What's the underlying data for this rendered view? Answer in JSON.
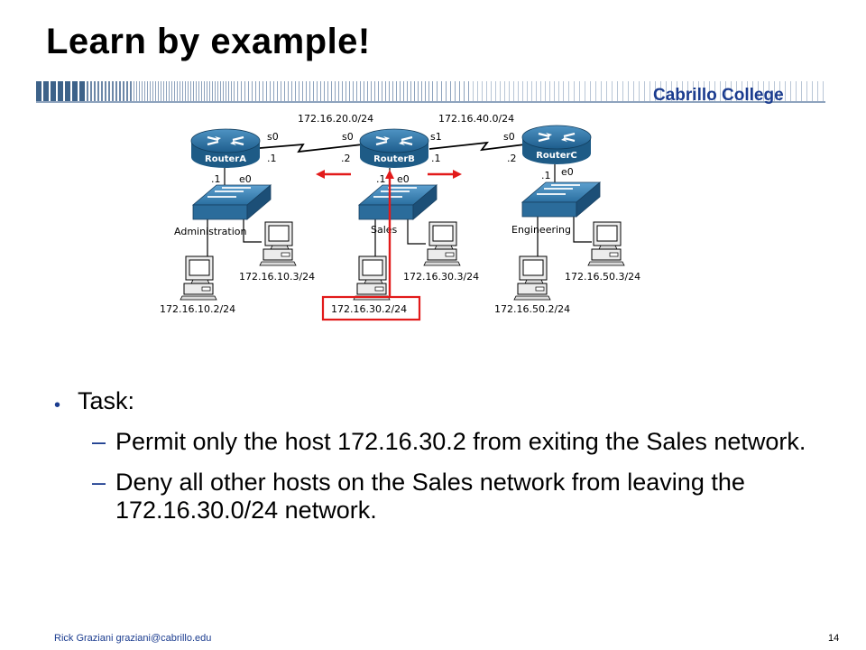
{
  "slide": {
    "title": "Learn by example!",
    "college": "Cabrillo College",
    "brand_color": "#1b3c8f",
    "highlight_color": "#e21a1a"
  },
  "diagram": {
    "routers": [
      {
        "label": "RouterA",
        "icon": "router-icon"
      },
      {
        "label": "RouterB",
        "icon": "router-icon"
      },
      {
        "label": "RouterC",
        "icon": "router-icon"
      }
    ],
    "links": [
      {
        "network": "172.16.20.0/24",
        "left_if": "s0",
        "left_ip": ".1",
        "right_if": "s0",
        "right_ip": ".2"
      },
      {
        "network": "172.16.40.0/24",
        "left_if": "s1",
        "left_ip": ".1",
        "right_if": "s0",
        "right_ip": ".2"
      }
    ],
    "lans": [
      {
        "name": "Administration",
        "ip": ".1",
        "iface": "e0",
        "host_left": "172.16.10.2/24",
        "host_right": "172.16.10.3/24"
      },
      {
        "name": "Sales",
        "ip": ".1",
        "iface": "e0",
        "host_left": "172.16.30.2/24",
        "host_right": "172.16.30.3/24"
      },
      {
        "name": "Engineering",
        "ip": ".1",
        "iface": "e0",
        "host_left": "172.16.50.2/24",
        "host_right": "172.16.50.3/24"
      }
    ],
    "highlighted_host": "172.16.30.2/24"
  },
  "task": {
    "heading": "Task:",
    "items": [
      "Permit only the host 172.16.30.2 from exiting the Sales network.",
      "Deny all other hosts on the Sales network from leaving the 172.16.30.0/24 network."
    ]
  },
  "footer": {
    "author": "Rick Graziani  graziani@cabrillo.edu",
    "page": "14"
  }
}
